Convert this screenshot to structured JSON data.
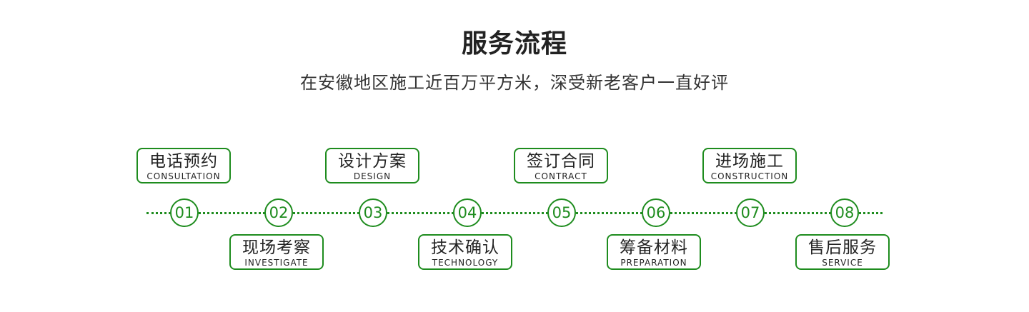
{
  "header": {
    "title": "服务流程",
    "subtitle": "在安徽地区施工近百万平方米，深受新老客户一直好评"
  },
  "theme": {
    "accent": "#1e8c1e"
  },
  "steps": [
    {
      "num": "01",
      "cn": "电话预约",
      "en": "CONSULTATION"
    },
    {
      "num": "02",
      "cn": "现场考察",
      "en": "INVESTIGATE"
    },
    {
      "num": "03",
      "cn": "设计方案",
      "en": "DESIGN"
    },
    {
      "num": "04",
      "cn": "技术确认",
      "en": "TECHNOLOGY"
    },
    {
      "num": "05",
      "cn": "签订合同",
      "en": "CONTRACT"
    },
    {
      "num": "06",
      "cn": "筹备材料",
      "en": "PREPARATION"
    },
    {
      "num": "07",
      "cn": "进场施工",
      "en": "CONSTRUCTION"
    },
    {
      "num": "08",
      "cn": "售后服务",
      "en": "SERVICE"
    }
  ]
}
